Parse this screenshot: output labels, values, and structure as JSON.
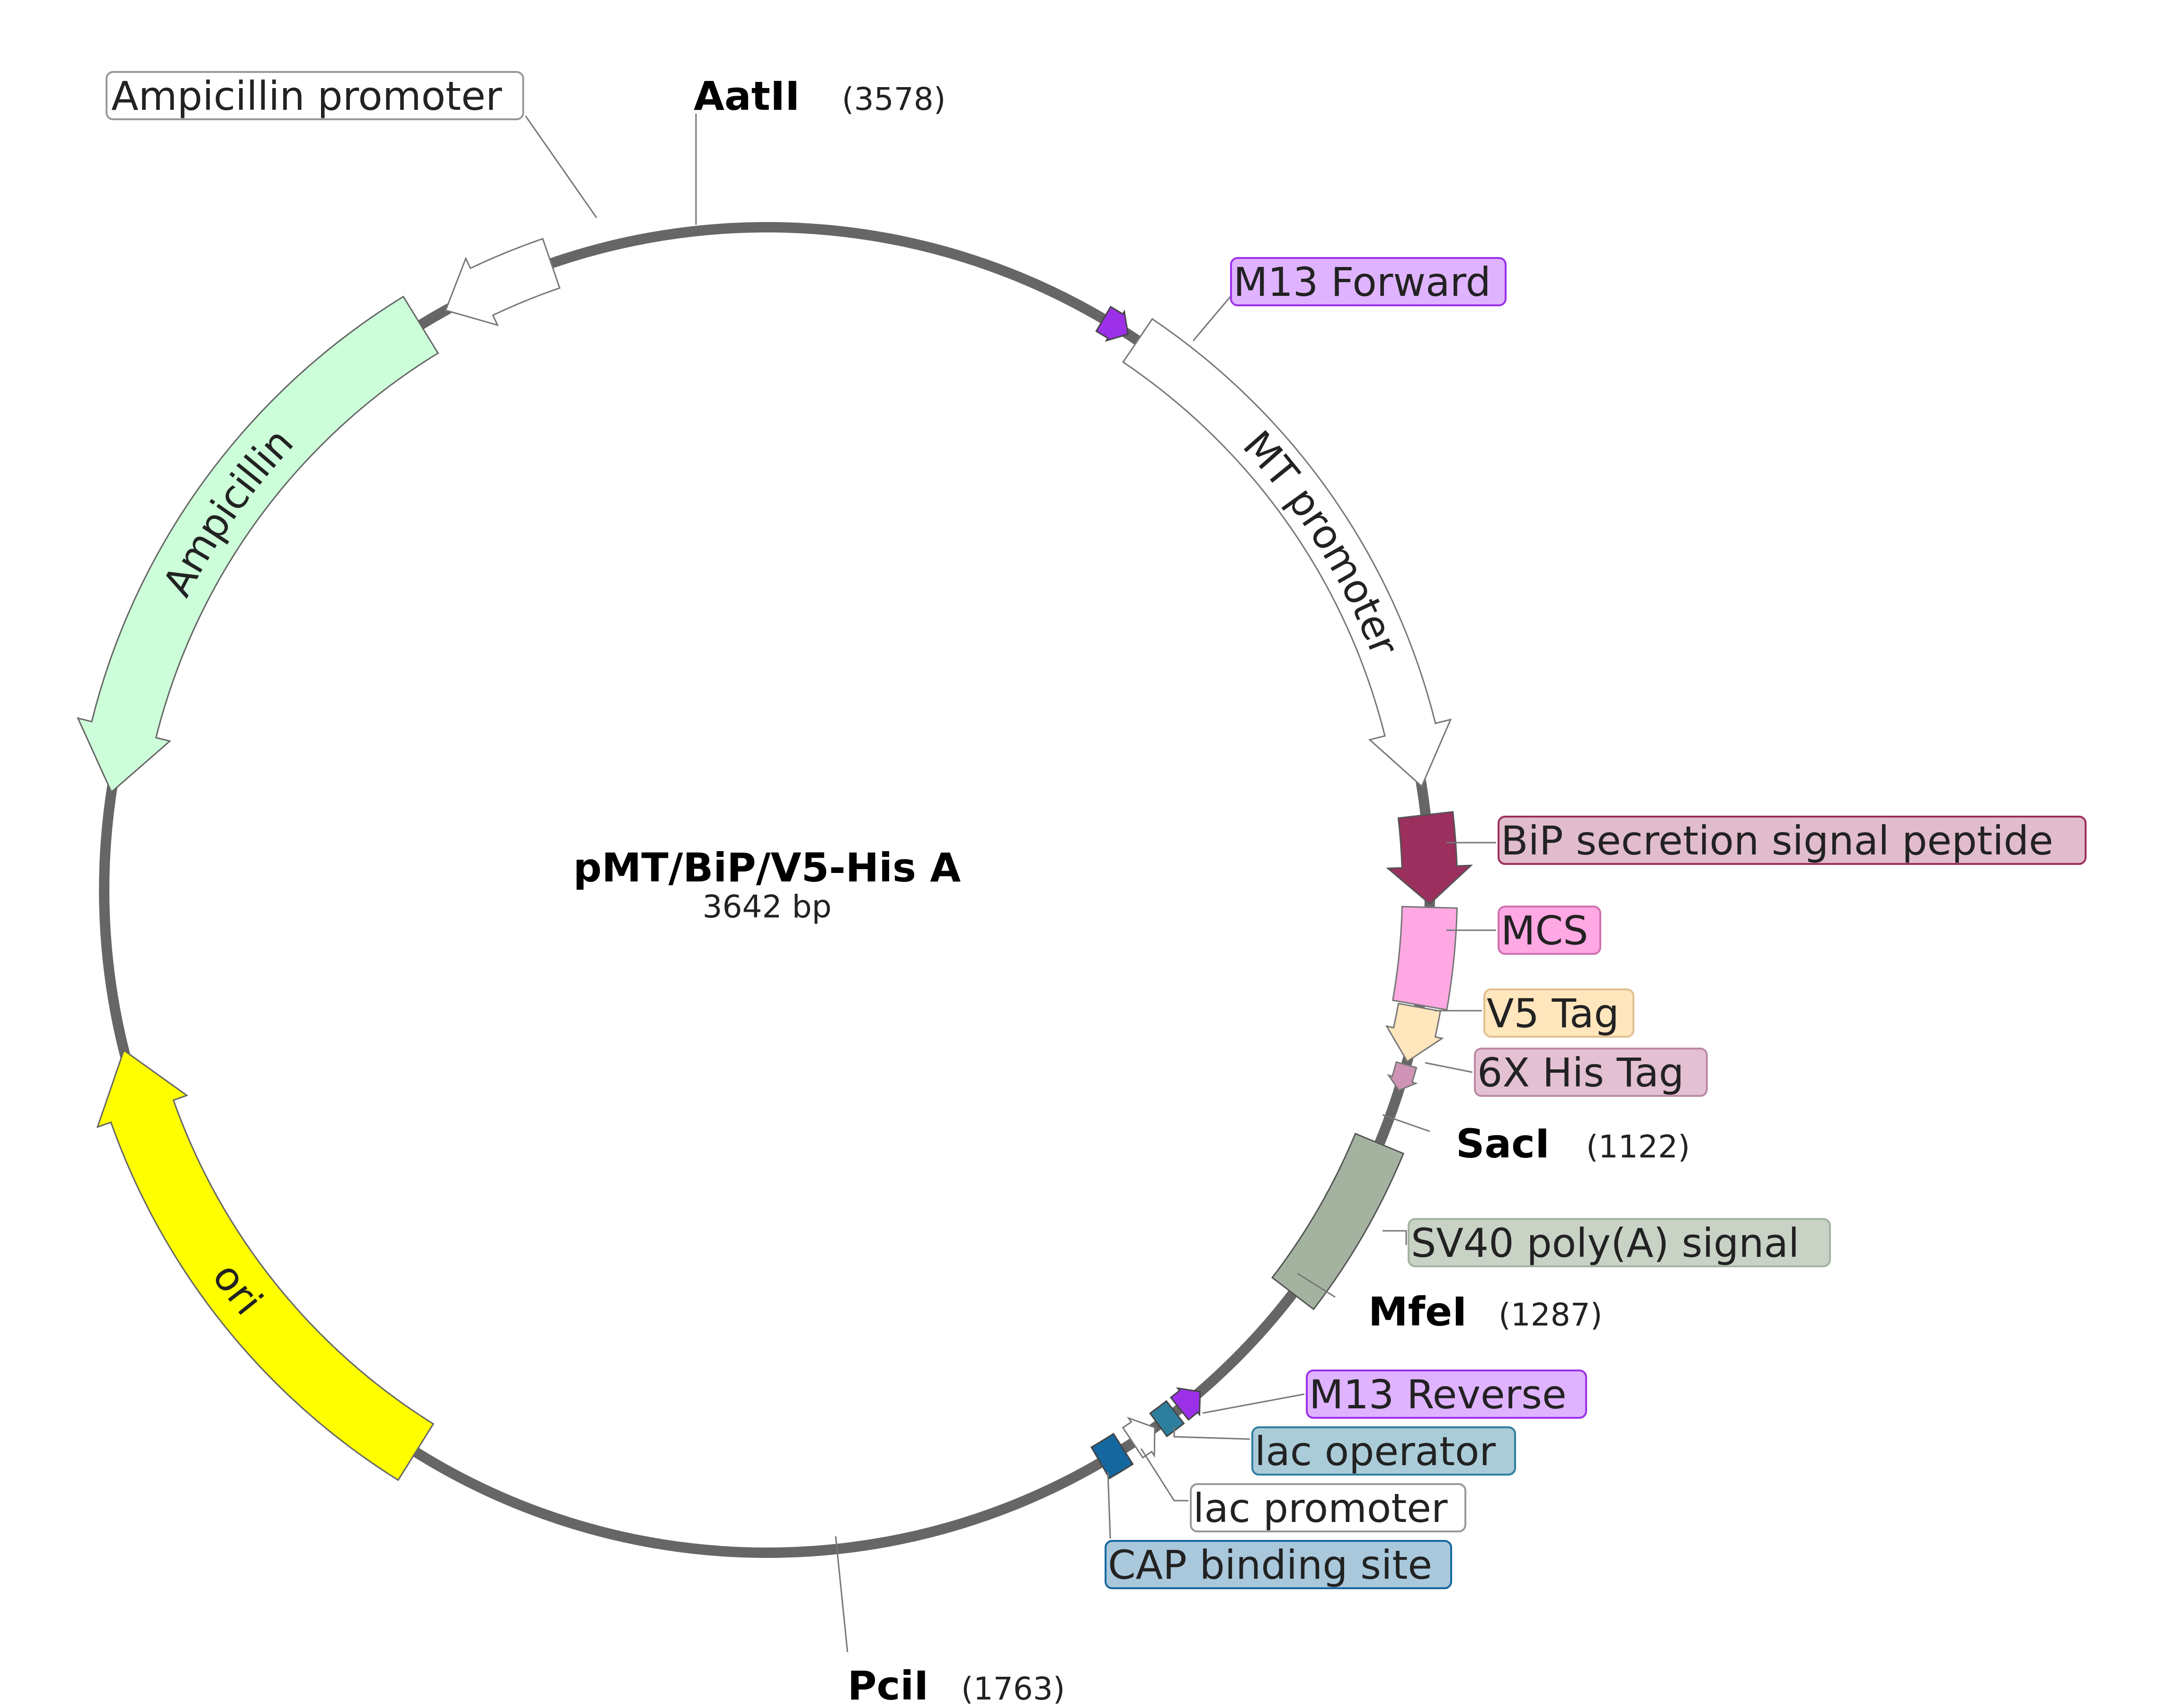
{
  "plasmid": {
    "name": "pMT/BiP/V5-His A",
    "size": "3642 bp"
  },
  "colors": {
    "backbone": "#666666",
    "ampicillin_promoter": "#ffffff",
    "m13_forward": "#9b30e8",
    "mt_promoter": "#ffffff",
    "bip_signal": "#9b2f5e",
    "mcs": "#ffa8e3",
    "v5_tag": "#ffe6bd",
    "his_tag": "#cf93b5",
    "sv40": "#a3b3a0",
    "m13_reverse": "#9b30e8",
    "lac_operator": "#2e7f9e",
    "lac_promoter": "#ffffff",
    "cap_site": "#15679f",
    "ori": "#ffff00",
    "ampicillin": "#ccffd9"
  },
  "features": {
    "ampicillin_promoter": "Ampicillin promoter",
    "m13_forward": "M13 Forward",
    "mt_promoter": "MT promoter",
    "bip_signal": "BiP secretion signal peptide",
    "mcs": "MCS",
    "v5_tag": "V5 Tag",
    "his_tag": "6X His Tag",
    "sv40": "SV40 poly(A) signal",
    "m13_reverse": "M13 Reverse",
    "lac_operator": "lac operator",
    "lac_promoter": "lac promoter",
    "cap_site": "CAP binding site",
    "ori": "ori",
    "ampicillin": "Ampicillin"
  },
  "sites": {
    "aatii": {
      "name": "AatII",
      "position": "(3578)"
    },
    "saci": {
      "name": "SacI",
      "position": "(1122)"
    },
    "mfei": {
      "name": "MfeI",
      "position": "(1287)"
    },
    "pcii": {
      "name": "PciI",
      "position": "(1763)"
    }
  }
}
